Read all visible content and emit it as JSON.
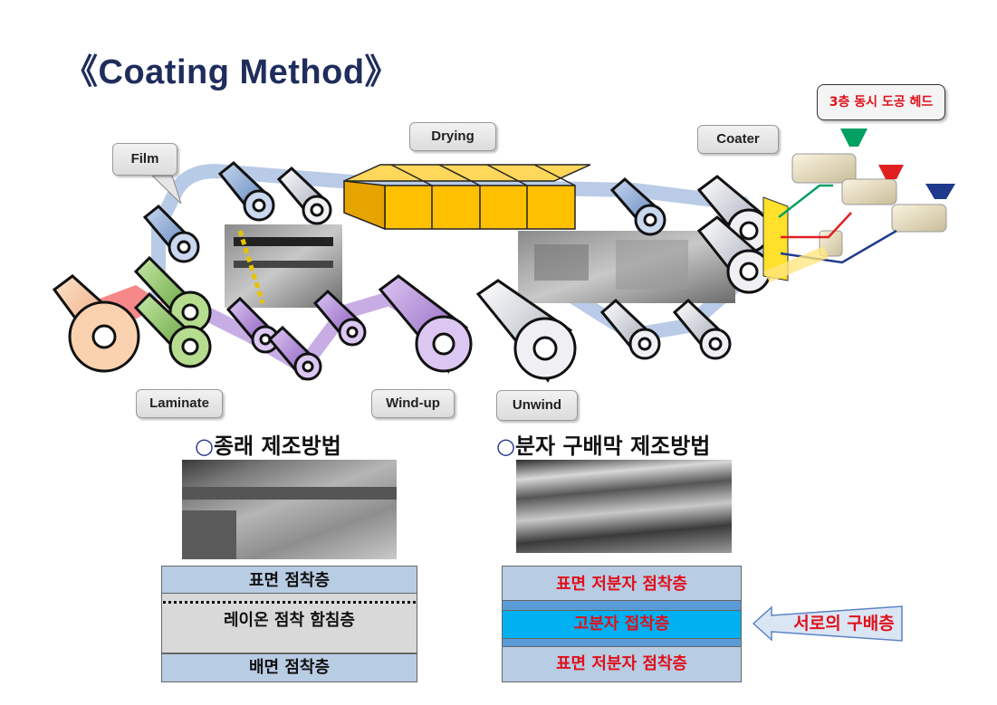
{
  "title": "《Coating Method》",
  "labels": {
    "film": "Film",
    "drying": "Drying",
    "coater": "Coater",
    "laminate": "Laminate",
    "windup": "Wind-up",
    "unwind": "Unwind",
    "head": "3층 동시 도공 헤드"
  },
  "conventional": {
    "title_symbol": "○",
    "title": "종래 제조방법",
    "layers": [
      "표면 점착층",
      "레이온 점착 함침층",
      "배면 점착층"
    ]
  },
  "molecular": {
    "title_symbol": "○",
    "title": "분자 구배막 제조방법",
    "layers": [
      "표면 저분자 점착층",
      "고분자 접착층",
      "표면 저분자 점착층"
    ],
    "arrow_label": "서로의 구배층"
  },
  "colors": {
    "title": "#1f2d5c",
    "accent_red": "#e0101a",
    "layer_blue": "#b8cce4",
    "layer_cyan": "#00b0f0",
    "drying_yellow": "#ffc000",
    "nozzle_green": "#00a060",
    "nozzle_red": "#e02020",
    "nozzle_blue": "#1f3a8c"
  }
}
